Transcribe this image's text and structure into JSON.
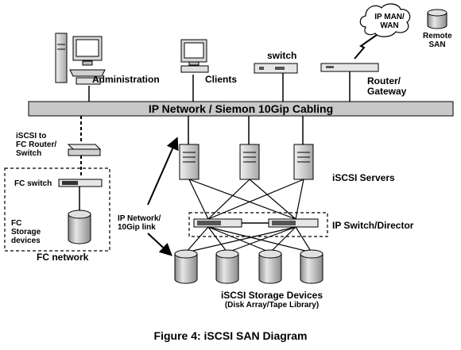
{
  "labels": {
    "administration": "Administration",
    "clients": "Clients",
    "switch": "switch",
    "ip_man_wan_line1": "IP MAN/",
    "ip_man_wan_line2": "WAN",
    "remote_san_line1": "Remote",
    "remote_san_line2": "SAN",
    "router_gateway_line1": "Router/",
    "router_gateway_line2": "Gateway",
    "backbone": "IP Network / Siemon 10Gip Cabling",
    "iscsi_router_line1": "iSCSI  to",
    "iscsi_router_line2": "FC Router/",
    "iscsi_router_line3": "Switch",
    "fc_switch": "FC switch",
    "fc_storage_line1": "FC",
    "fc_storage_line2": "Storage",
    "fc_storage_line3": "devices",
    "fc_network": "FC network",
    "iscsi_servers": "iSCSI  Servers",
    "ip_network_link_line1": "IP Network/",
    "ip_network_link_line2": "10Gip  link",
    "ip_switch_director": "IP Switch/Director",
    "iscsi_storage_line1": "iSCSI Storage Devices",
    "iscsi_storage_line2": "(Disk Array/Tape Library)"
  },
  "caption": "Figure 4:    iSCSI SAN Diagram",
  "colors": {
    "backbone": "#c8c8c8",
    "device_fill": "#d8d8d8",
    "storage_fill": "#b8b8b8",
    "line": "#000000"
  },
  "icons": {
    "administration": "desktop-computer-tower-icon",
    "clients": "computer-monitor-icon",
    "switch": "network-switch-icon",
    "router": "router-icon",
    "cloud": "cloud-icon",
    "remote_san": "storage-cylinder-icon",
    "servers": "server-tower-icon",
    "storage": "storage-cylinder-icon"
  }
}
